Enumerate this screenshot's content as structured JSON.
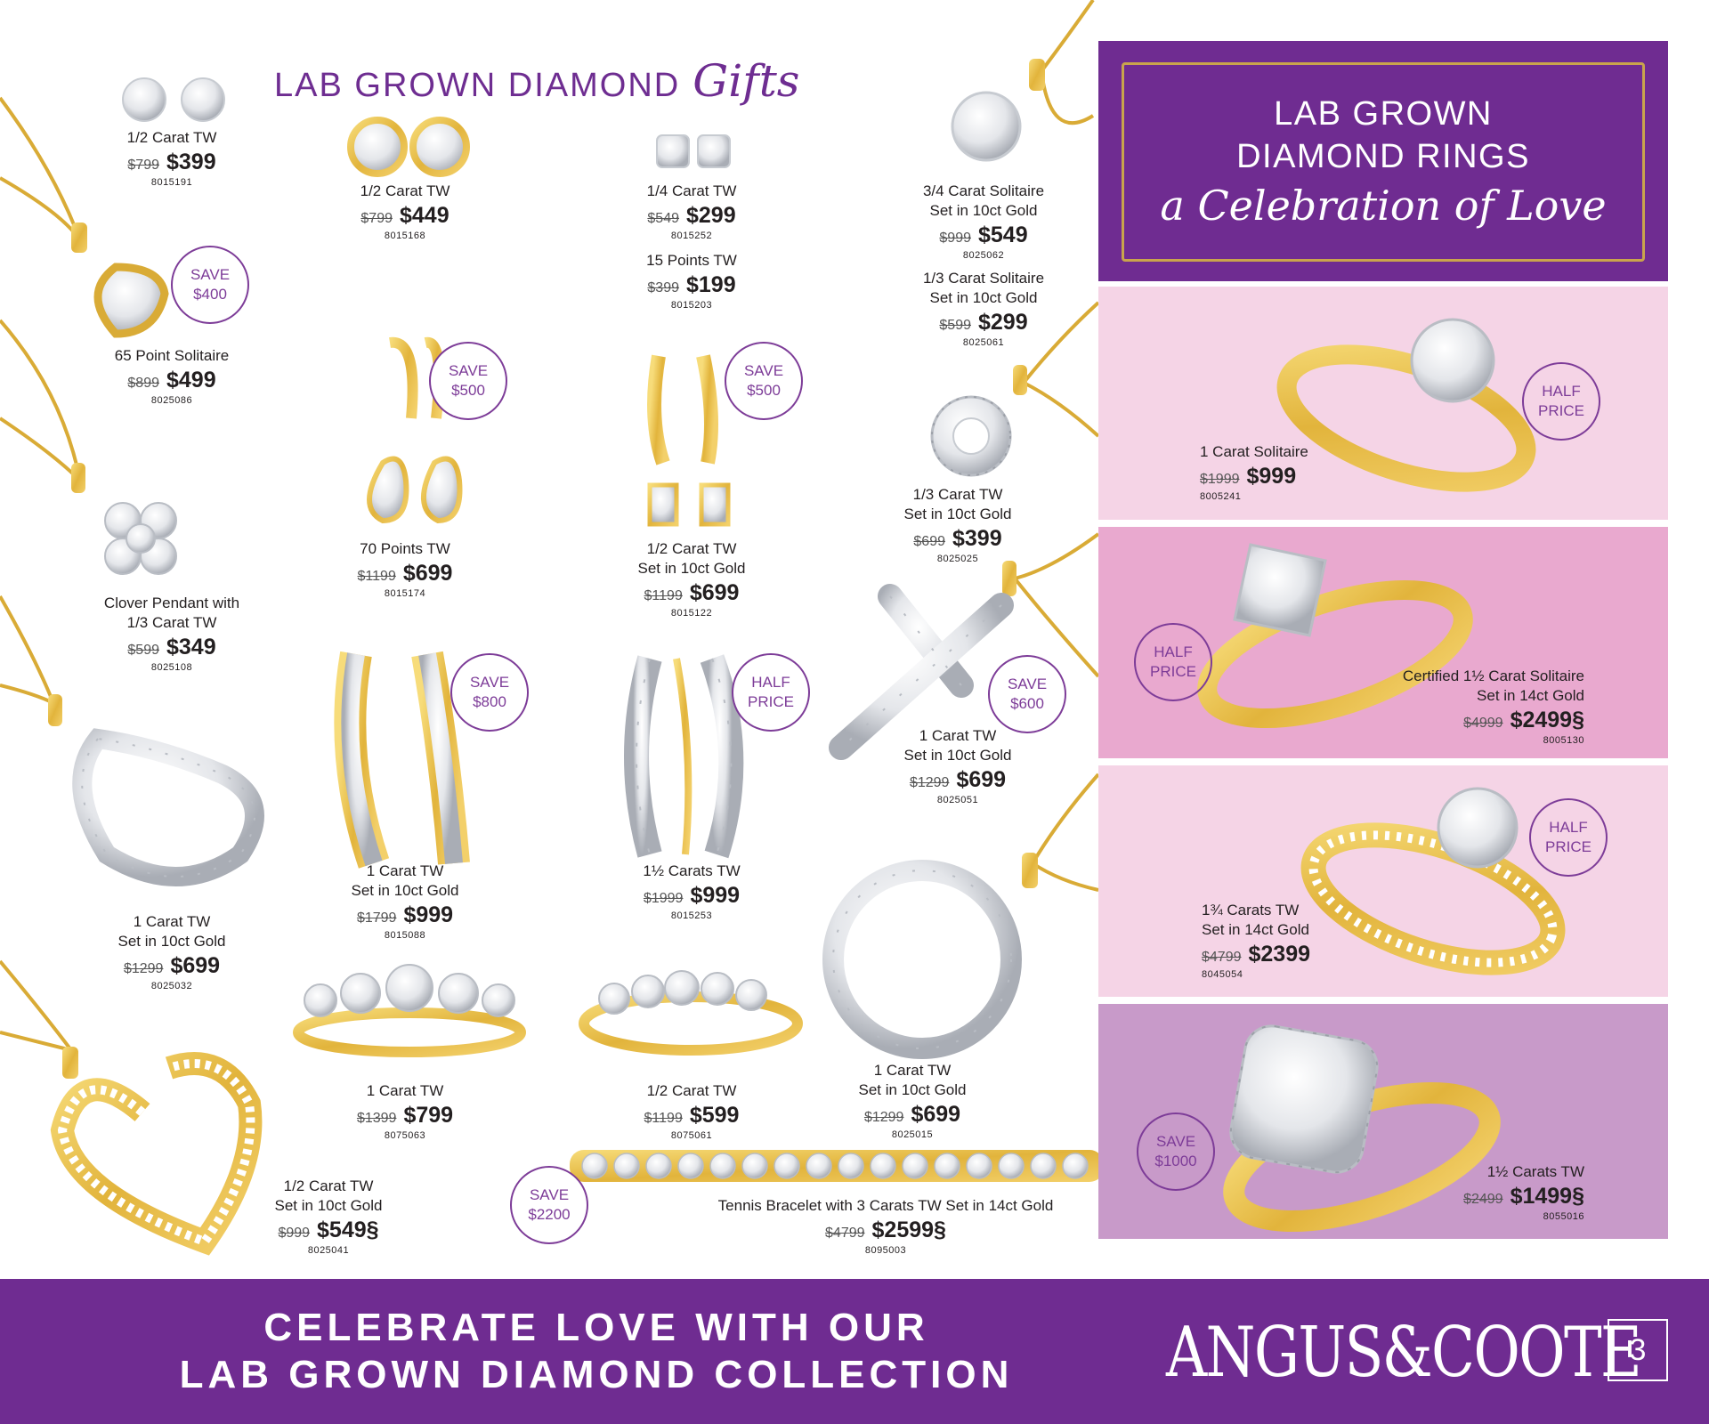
{
  "heading": {
    "main": "LAB GROWN DIAMOND",
    "script": "Gifts"
  },
  "rings_header": {
    "line1": "LAB GROWN",
    "line2": "DIAMOND RINGS",
    "script": "a Celebration of Love"
  },
  "products": [
    {
      "id": "p1",
      "desc": "1/2 Carat TW",
      "was": "$799",
      "now": "$399",
      "code": "8015191"
    },
    {
      "id": "p2",
      "desc": "65 Point Solitaire",
      "was": "$899",
      "now": "$499",
      "code": "8025086"
    },
    {
      "id": "p3",
      "desc": "Clover Pendant with\n1/3 Carat TW",
      "was": "$599",
      "now": "$349",
      "code": "8025108"
    },
    {
      "id": "p4",
      "desc": "1 Carat TW\nSet in 10ct Gold",
      "was": "$1299",
      "now": "$699",
      "code": "8025032"
    },
    {
      "id": "p5",
      "desc": "1/2 Carat TW\nSet in 10ct Gold",
      "was": "$999",
      "now": "$549§",
      "code": "8025041"
    },
    {
      "id": "p6",
      "desc": "1/2 Carat TW",
      "was": "$799",
      "now": "$449",
      "code": "8015168"
    },
    {
      "id": "p7",
      "desc": "70 Points TW",
      "was": "$1199",
      "now": "$699",
      "code": "8015174"
    },
    {
      "id": "p8",
      "desc": "1 Carat TW\nSet in 10ct Gold",
      "was": "$1799",
      "now": "$999",
      "code": "8015088"
    },
    {
      "id": "p9",
      "desc": "1 Carat TW",
      "was": "$1399",
      "now": "$799",
      "code": "8075063"
    },
    {
      "id": "p10",
      "desc": "1/4 Carat TW",
      "was": "$549",
      "now": "$299",
      "code": "8015252"
    },
    {
      "id": "p11",
      "desc": "15 Points TW",
      "was": "$399",
      "now": "$199",
      "code": "8015203"
    },
    {
      "id": "p12",
      "desc": "1/2 Carat TW\nSet in 10ct Gold",
      "was": "$1199",
      "now": "$699",
      "code": "8015122"
    },
    {
      "id": "p13",
      "desc": "1½ Carats TW",
      "was": "$1999",
      "now": "$999",
      "code": "8015253"
    },
    {
      "id": "p14",
      "desc": "1/2 Carat TW",
      "was": "$1199",
      "now": "$599",
      "code": "8075061"
    },
    {
      "id": "p15",
      "desc": "3/4 Carat Solitaire\nSet in 10ct Gold",
      "was": "$999",
      "now": "$549",
      "code": "8025062"
    },
    {
      "id": "p16",
      "desc": "1/3 Carat Solitaire\nSet in 10ct Gold",
      "was": "$599",
      "now": "$299",
      "code": "8025061"
    },
    {
      "id": "p17",
      "desc": "1/3 Carat TW\nSet in 10ct Gold",
      "was": "$699",
      "now": "$399",
      "code": "8025025"
    },
    {
      "id": "p18",
      "desc": "1 Carat TW\nSet in 10ct Gold",
      "was": "$1299",
      "now": "$699",
      "code": "8025051"
    },
    {
      "id": "p19",
      "desc": "1 Carat TW\nSet in 10ct Gold",
      "was": "$1299",
      "now": "$699",
      "code": "8025015"
    },
    {
      "id": "p20",
      "desc": "Tennis Bracelet with 3 Carats TW Set in 14ct Gold",
      "was": "$4799",
      "now": "$2599§",
      "code": "8095003"
    },
    {
      "id": "r1",
      "desc": "1 Carat Solitaire",
      "was": "$1999",
      "now": "$999",
      "code": "8005241"
    },
    {
      "id": "r2",
      "desc": "Certified 1½ Carat Solitaire\nSet in 14ct Gold",
      "was": "$4999",
      "now": "$2499§",
      "code": "8005130"
    },
    {
      "id": "r3",
      "desc": "1¾ Carats TW\nSet in 14ct Gold",
      "was": "$4799",
      "now": "$2399",
      "code": "8045054"
    },
    {
      "id": "r4",
      "desc": "1½ Carats TW",
      "was": "$2499",
      "now": "$1499§",
      "code": "8055016"
    }
  ],
  "badges": [
    {
      "id": "b1",
      "line1": "SAVE",
      "line2": "$400"
    },
    {
      "id": "b2",
      "line1": "SAVE",
      "line2": "$500"
    },
    {
      "id": "b3",
      "line1": "SAVE",
      "line2": "$500"
    },
    {
      "id": "b4",
      "line1": "SAVE",
      "line2": "$800"
    },
    {
      "id": "b5",
      "line1": "HALF",
      "line2": "PRICE"
    },
    {
      "id": "b6",
      "line1": "SAVE",
      "line2": "$600"
    },
    {
      "id": "b7",
      "line1": "SAVE",
      "line2": "$2200"
    },
    {
      "id": "b8",
      "line1": "HALF",
      "line2": "PRICE"
    },
    {
      "id": "b9",
      "line1": "HALF",
      "line2": "PRICE"
    },
    {
      "id": "b10",
      "line1": "HALF",
      "line2": "PRICE"
    },
    {
      "id": "b11",
      "line1": "SAVE",
      "line2": "$1000"
    }
  ],
  "footer": {
    "line1": "CELEBRATE LOVE WITH OUR",
    "line2": "LAB GROWN DIAMOND COLLECTION",
    "brand": "ANGUS&COOTE",
    "page_number": "3"
  },
  "colors": {
    "purple": "#6f2c91",
    "gold": "#e8c04a",
    "pink_light": "#f5d4e6",
    "pink_mid": "#e9a9cf",
    "lilac": "#c89ac9"
  }
}
